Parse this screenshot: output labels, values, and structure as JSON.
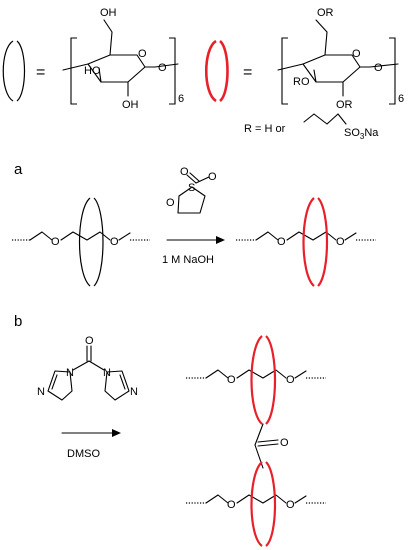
{
  "equals_sign": "=",
  "repeat_count": "6",
  "glucose_labels": {
    "oh_top": "OH",
    "ho_left": "HO",
    "oh_bottom": "OH",
    "o_ring": "O",
    "o_link": "O"
  },
  "modified_labels": {
    "or_top": "OR",
    "ro_left": "RO",
    "or_bottom": "OR",
    "o_ring": "O",
    "o_link": "O"
  },
  "r_group": {
    "prefix": "R = H or",
    "so3_main": "SO",
    "so3_sub": "3",
    "so3_suffix": "Na"
  },
  "panel_a": {
    "label": "a",
    "reagent_condition": "1 M NaOH",
    "reagent_atoms": [
      "O",
      "O",
      "S",
      "O"
    ]
  },
  "panel_b": {
    "label": "b",
    "solvent": "DMSO",
    "reagent_atoms": [
      "O",
      "N",
      "N",
      "N",
      "N"
    ],
    "crosslink_oxygen": "O"
  },
  "chain_oxygen": "O",
  "colors": {
    "native_ring": "#000000",
    "modified_ring": "#e8202a"
  }
}
